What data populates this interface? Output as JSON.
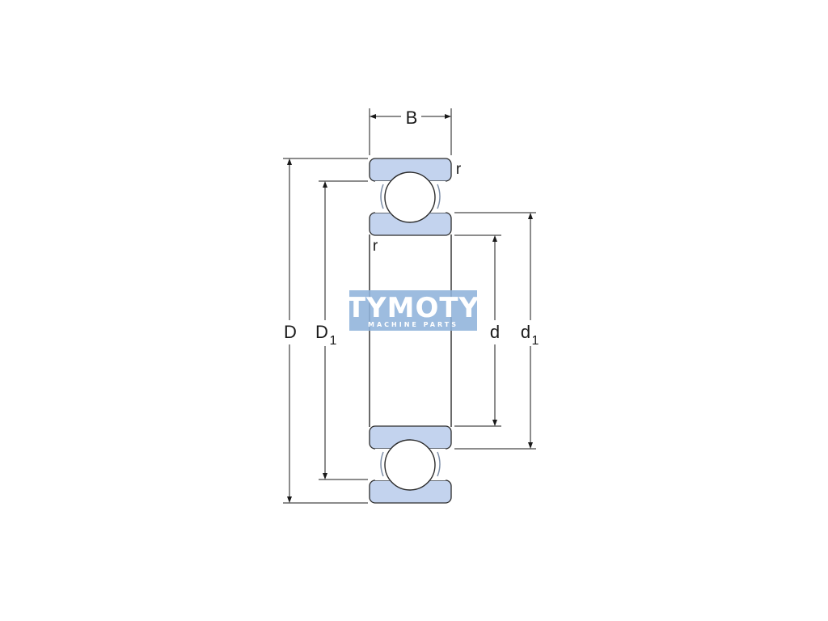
{
  "labels": {
    "width": "B",
    "outer_diameter": "D",
    "outer_ring_shoulder": "D",
    "outer_ring_shoulder_sub": "1",
    "bore_diameter": "d",
    "inner_ring_shoulder": "d",
    "inner_ring_shoulder_sub": "1",
    "chamfer_top": "r",
    "chamfer_inner": "r"
  },
  "watermark": {
    "brand": "TYMOTY",
    "tagline": "MACHINE PARTS",
    "color": "#8fb3db"
  },
  "colors": {
    "ring_fill": "#c3d3ee",
    "ball_fill": "#ffffff",
    "outline": "#2b2b2b"
  }
}
